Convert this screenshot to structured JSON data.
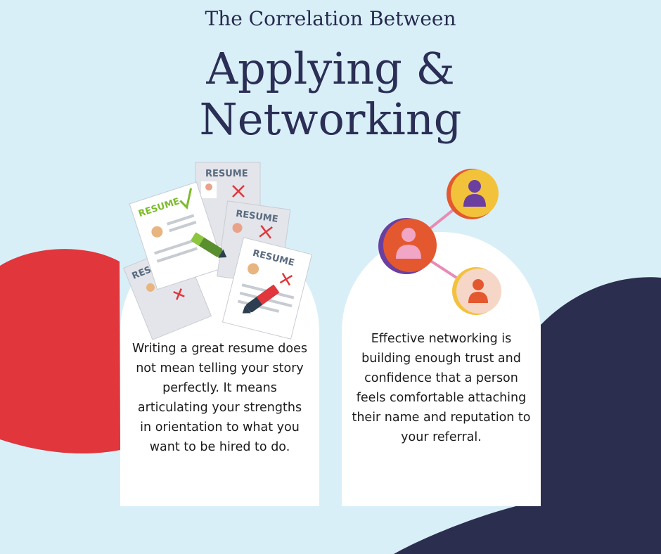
{
  "header": {
    "pre_title": "The Correlation Between",
    "title_line1": "Applying &",
    "title_line2": "Networking"
  },
  "resume_card": {
    "text": "Writing a great resume does not mean telling your story perfectly. It means articulating your strengths in orientation to what you want to be hired to do.",
    "illustration_label": "RESUME",
    "illustration_label_cut": "RESU"
  },
  "network_card": {
    "text": "Effective networking is building enough trust and confidence that a person feels comfortable attaching their name and reputation to your referral."
  },
  "colors": {
    "background": "#d8eff8",
    "red_blob": "#e0363c",
    "navy_blob": "#2b2e4e",
    "title": "#2b2e55",
    "card": "#ffffff"
  }
}
